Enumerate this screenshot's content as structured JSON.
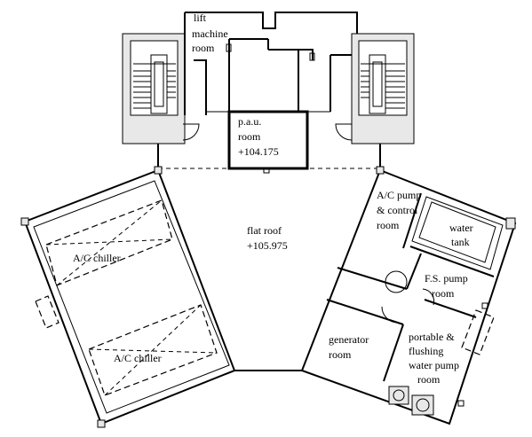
{
  "rooms": {
    "lift_machine": [
      "lift",
      "machine",
      "room"
    ],
    "pau": [
      "p.a.u.",
      "room",
      "+104.175"
    ],
    "flat_roof": [
      "flat roof",
      "+105.975"
    ],
    "ac_pump": [
      "A/C pump",
      "& control",
      "room"
    ],
    "water_tank": [
      "water",
      "tank"
    ],
    "fs_pump": [
      "F.S. pump",
      "room"
    ],
    "generator": [
      "generator",
      "room"
    ],
    "portable_pump": [
      "portable &",
      "flushing",
      "water pump",
      "room"
    ],
    "chiller_1": "A/C chiller",
    "chiller_2": "A/C chiller"
  }
}
